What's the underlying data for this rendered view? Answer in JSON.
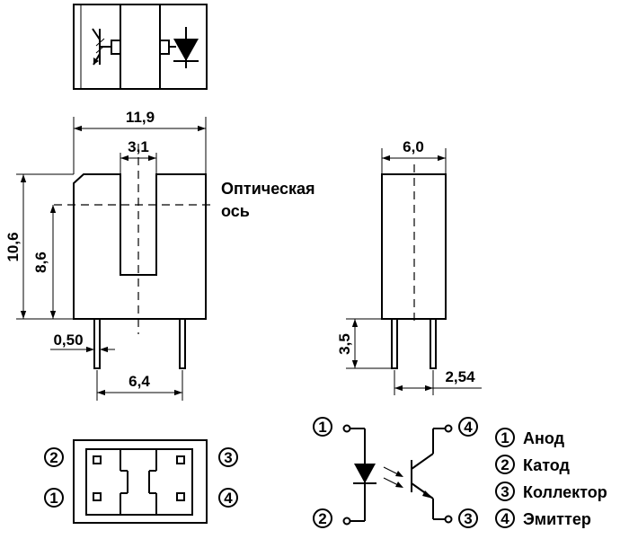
{
  "dimensions": {
    "total_width": "11,9",
    "slot_width": "3,1",
    "total_height": "10,6",
    "axis_height": "8,6",
    "pin_width": "0,50",
    "pin_spacing": "6,4",
    "side_width": "6,0",
    "lead_length": "3,5",
    "lead_pitch": "2,54"
  },
  "optical_axis": {
    "line1": "Оптическая",
    "line2": "ось"
  },
  "pins": {
    "p1": "1",
    "p2": "2",
    "p3": "3",
    "p4": "4"
  },
  "legend": [
    {
      "num": "1",
      "label": "Анод"
    },
    {
      "num": "2",
      "label": "Катод"
    },
    {
      "num": "3",
      "label": "Коллектор"
    },
    {
      "num": "4",
      "label": "Эмиттер"
    }
  ]
}
